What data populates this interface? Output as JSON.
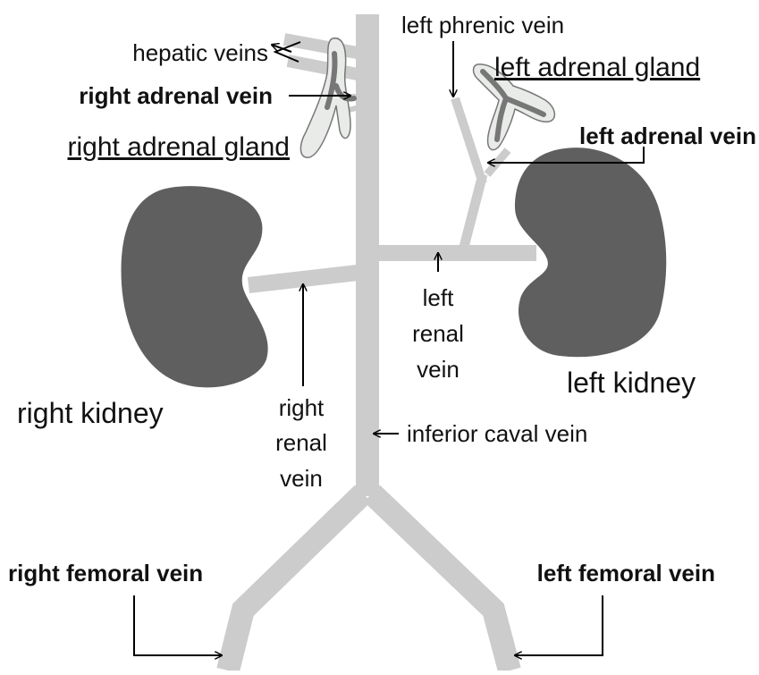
{
  "diagram": {
    "labels": {
      "hepatic_veins": "hepatic veins",
      "right_adrenal_vein": "right adrenal vein",
      "right_adrenal_gland": "right adrenal gland",
      "left_phrenic_vein": "left phrenic vein",
      "left_adrenal_gland": "left adrenal gland",
      "left_adrenal_vein": "left adrenal vein",
      "left_renal_vein": [
        "left",
        "renal",
        "vein"
      ],
      "left_kidney": "left kidney",
      "right_kidney": "right kidney",
      "right_renal_vein": [
        "right",
        "renal",
        "vein"
      ],
      "inferior_caval_vein": "inferior caval vein",
      "right_femoral_vein": "right femoral vein",
      "left_femoral_vein": "left femoral vein"
    },
    "colors": {
      "vein": "#cccccc",
      "kidney": "#5f5f5f",
      "gland_fill": "#e8ebe8",
      "gland_outline": "#777777",
      "arrow": "#000000",
      "text": "#111111"
    }
  }
}
